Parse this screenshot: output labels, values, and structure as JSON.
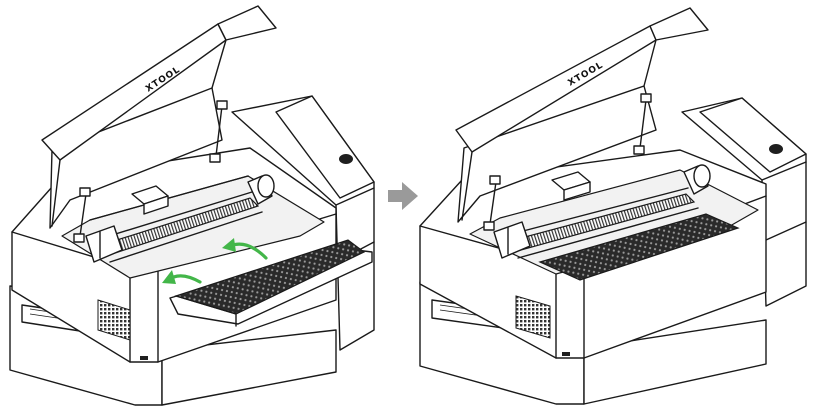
{
  "brand": {
    "logo_text": "XTOOL"
  },
  "colors": {
    "outline": "#1a1a1a",
    "arrow_green": "#43b649",
    "step_arrow_gray": "#9a9a9a",
    "honeycomb_fill": "#2a2a2a"
  },
  "steps": [
    {
      "state": "honeycomb-panel-being-inserted",
      "arrow_count": 2
    },
    {
      "state": "honeycomb-panel-installed"
    }
  ],
  "icons": {
    "step_arrow": "right-arrow-icon",
    "insert_arrow": "curved-arrow-icon"
  }
}
